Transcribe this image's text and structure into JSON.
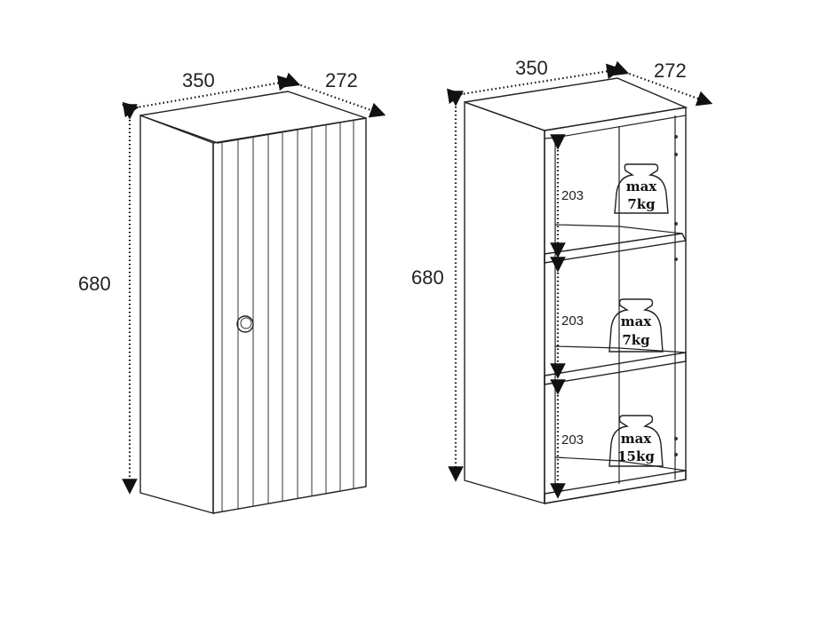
{
  "closed_cabinet": {
    "width_label": "350",
    "depth_label": "272",
    "height_label": "680"
  },
  "open_cabinet": {
    "width_label": "350",
    "depth_label": "272",
    "height_label": "680",
    "compartments": [
      {
        "height_label": "203",
        "weight_line1": "max",
        "weight_line2": "7kg"
      },
      {
        "height_label": "203",
        "weight_line1": "max",
        "weight_line2": "7kg"
      },
      {
        "height_label": "203",
        "weight_line1": "max",
        "weight_line2": "15kg"
      }
    ]
  }
}
